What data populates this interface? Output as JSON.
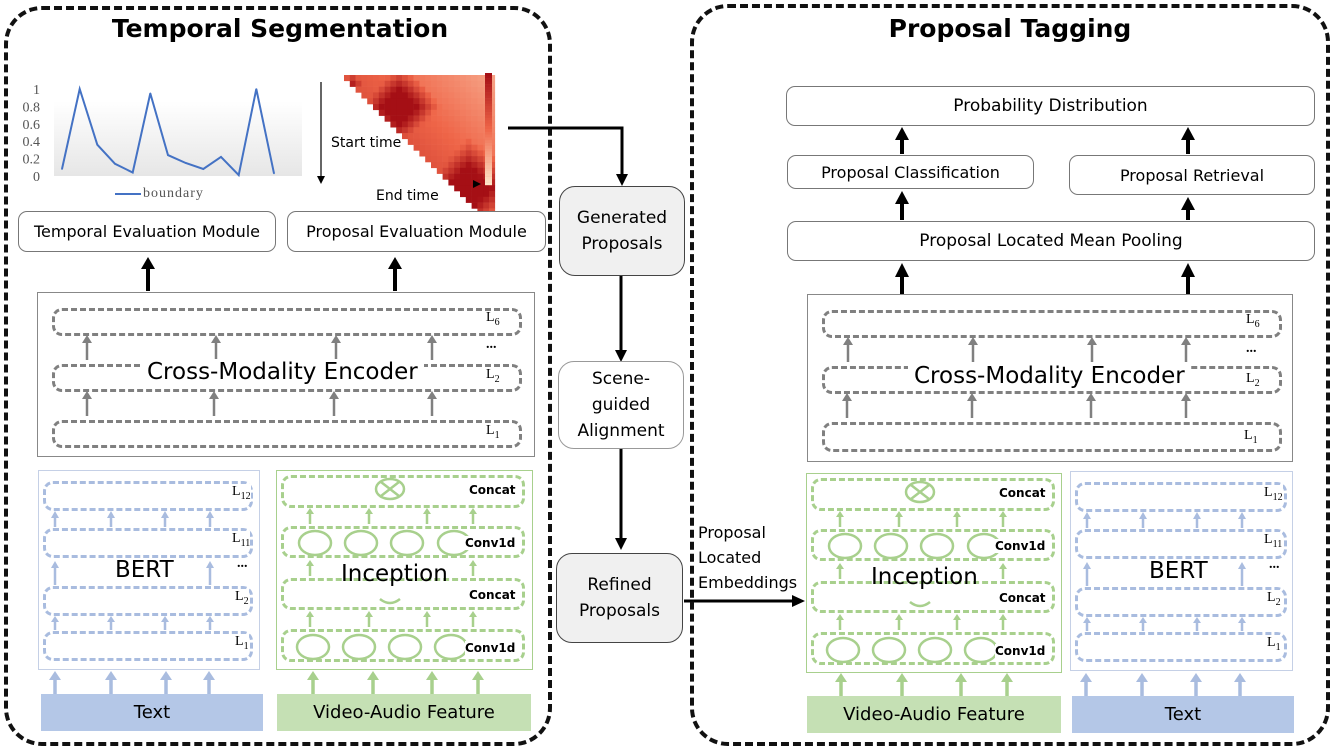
{
  "left_panel": {
    "title": "Temporal Segmentation",
    "boundary_chart": {
      "legend": "boundary",
      "y_ticks": [
        "1",
        "0.8",
        "0.6",
        "0.4",
        "0.2",
        "0"
      ]
    },
    "heatmap": {
      "y_axis_label": "Start time",
      "x_axis_label": "End time"
    },
    "temporal_eval_module": "Temporal Evaluation Module",
    "proposal_eval_module": "Proposal Evaluation Module",
    "encoder": {
      "label": "Cross-Modality Encoder",
      "layers": [
        {
          "base": "L",
          "sub": "6"
        },
        {
          "base": "...",
          "sub": ""
        },
        {
          "base": "L",
          "sub": "2"
        },
        {
          "base": "L",
          "sub": "1"
        }
      ]
    },
    "bert": {
      "label": "BERT",
      "layers": [
        {
          "base": "L",
          "sub": "12"
        },
        {
          "base": "L",
          "sub": "11"
        },
        {
          "base": "...",
          "sub": ""
        },
        {
          "base": "L",
          "sub": "2"
        },
        {
          "base": "L",
          "sub": "1"
        }
      ]
    },
    "inception": {
      "label": "Inception",
      "layers": [
        "Concat",
        "Conv1d",
        "Concat",
        "Conv1d"
      ]
    },
    "text_input": "Text",
    "video_input": "Video-Audio Feature"
  },
  "middle_flow": {
    "generated_proposals": "Generated Proposals",
    "scene_guided_alignment": "Scene-guided Alignment",
    "refined_proposals": "Refined Proposals",
    "arrow_label": "Proposal Located Embeddings"
  },
  "right_panel": {
    "title": "Proposal Tagging",
    "probability_distribution": "Probability Distribution",
    "proposal_classification": "Proposal Classification",
    "proposal_retrieval": "Proposal Retrieval",
    "mean_pooling": "Proposal Located Mean Pooling",
    "encoder": {
      "label": "Cross-Modality Encoder",
      "layers": [
        {
          "base": "L",
          "sub": "6"
        },
        {
          "base": "...",
          "sub": ""
        },
        {
          "base": "L",
          "sub": "2"
        },
        {
          "base": "L",
          "sub": "1"
        }
      ]
    },
    "inception": {
      "label": "Inception",
      "layers": [
        "Concat",
        "Conv1d",
        "Concat",
        "Conv1d"
      ]
    },
    "bert": {
      "label": "BERT",
      "layers": [
        {
          "base": "L",
          "sub": "12"
        },
        {
          "base": "L",
          "sub": "11"
        },
        {
          "base": "...",
          "sub": ""
        },
        {
          "base": "L",
          "sub": "2"
        },
        {
          "base": "L",
          "sub": "1"
        }
      ]
    },
    "video_input": "Video-Audio Feature",
    "text_input": "Text"
  },
  "colors": {
    "boundary_line": "#4472c4",
    "bert_blue": "#b4c7e7",
    "inception_green": "#c5e0b4",
    "heat_dark": "#a50f15",
    "heat_light": "#fee5c8"
  },
  "chart_data": {
    "type": "line",
    "title": "",
    "xlabel": "",
    "ylabel": "",
    "legend": [
      "boundary"
    ],
    "legend_position": "bottom",
    "ylim": [
      0,
      1
    ],
    "y_ticks": [
      0,
      0.2,
      0.4,
      0.6,
      0.8,
      1
    ],
    "grid": false,
    "series": [
      {
        "name": "boundary",
        "values": [
          0.08,
          1.0,
          0.36,
          0.14,
          0.04,
          0.95,
          0.24,
          0.15,
          0.08,
          0.22,
          0.01,
          1.0,
          0.03
        ]
      }
    ]
  }
}
